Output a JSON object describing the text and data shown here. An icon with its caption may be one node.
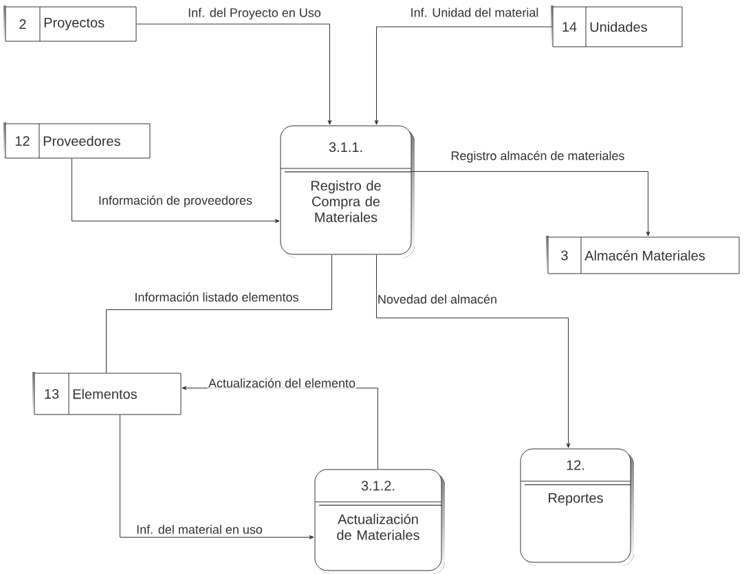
{
  "diagram": {
    "nodes": [
      {
        "text": [
          "2",
          "Proyectos"
        ]
      },
      {
        "text": [
          "14",
          "Unidades"
        ]
      },
      {
        "text": [
          "12",
          "Proveedores"
        ]
      },
      {
        "text": [
          "3.1.1.",
          "Registro de Compra de Materiales"
        ]
      },
      {
        "text": [
          "3",
          "Almacén Materiales"
        ]
      },
      {
        "text": [
          "13",
          "Elementos"
        ]
      },
      {
        "text": [
          "3.1.2.",
          "Actualización de Materiales"
        ]
      },
      {
        "text": [
          "12.",
          "Reportes"
        ]
      }
    ],
    "edges": [
      {
        "from": 0,
        "to": 3,
        "arrow": "to",
        "label": "Inf. del Proyecto en Uso"
      },
      {
        "from": 1,
        "to": 3,
        "arrow": "to",
        "label": "Inf. Unidad del material"
      },
      {
        "from": 2,
        "to": 3,
        "arrow": "to",
        "label": "Información de proveedores"
      },
      {
        "from": 3,
        "to": 4,
        "arrow": "to",
        "label": "Registro almacén de materiales"
      },
      {
        "from": 3,
        "to": 7,
        "arrow": "to",
        "label": "Novedad del almacén"
      },
      {
        "from": 3,
        "to": 5,
        "arrow": "none",
        "label": "Información listado elementos"
      },
      {
        "from": 6,
        "to": 5,
        "arrow": "to",
        "label": "Actualización del elemento"
      },
      {
        "from": 5,
        "to": 6,
        "arrow": "to",
        "label": "Inf. del material en uso"
      }
    ]
  }
}
